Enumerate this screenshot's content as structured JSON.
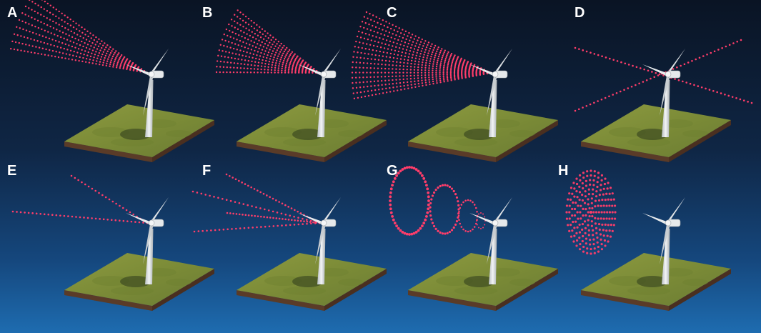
{
  "figure": {
    "panels": [
      {
        "label": "A",
        "pattern": "fan"
      },
      {
        "label": "B",
        "pattern": "fan"
      },
      {
        "label": "C",
        "pattern": "fan"
      },
      {
        "label": "D",
        "pattern": "crossed-lines"
      },
      {
        "label": "E",
        "pattern": "lines"
      },
      {
        "label": "F",
        "pattern": "lines"
      },
      {
        "label": "G",
        "pattern": "circles"
      },
      {
        "label": "H",
        "pattern": "disk"
      }
    ],
    "colors": {
      "sky_top": "#0a1424",
      "sky_bottom": "#1e6cb0",
      "beam": "#ff3d6a",
      "grass": "#7b8b37",
      "soil": "#5a3b28",
      "turbine": "#dfe3e6"
    }
  }
}
